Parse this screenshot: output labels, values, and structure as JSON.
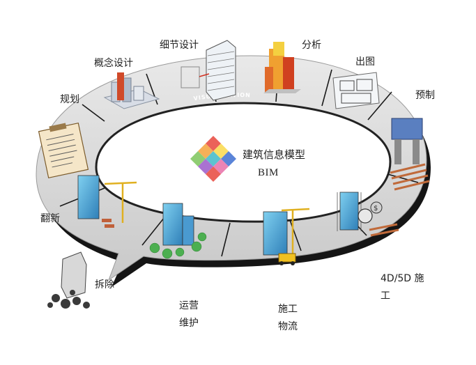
{
  "ring": {
    "text": "VISUALIZATION"
  },
  "center": {
    "title": "建筑信息模型",
    "subtitle": "BIM"
  },
  "stages": [
    {
      "id": "planning",
      "label": "规划"
    },
    {
      "id": "concept",
      "label": "概念设计"
    },
    {
      "id": "detail",
      "label": "细节设计"
    },
    {
      "id": "analysis",
      "label": "分析"
    },
    {
      "id": "drawings",
      "label": "出图"
    },
    {
      "id": "prefab",
      "label": "预制"
    },
    {
      "id": "construction",
      "label": "4D/5D 施工"
    },
    {
      "id": "logistics",
      "label": "施工物流"
    },
    {
      "id": "operation",
      "label": "运营维护"
    },
    {
      "id": "demolition",
      "label": "拆除"
    },
    {
      "id": "renovation",
      "label": "翻新"
    }
  ],
  "colors": {
    "ring_top": "#dcdcdc",
    "ring_side": "#1a1a1a",
    "cube": [
      "#e8463c",
      "#f4a23b",
      "#f9d84a",
      "#7cc45a",
      "#3fb8c8",
      "#3d6fd1",
      "#9b59c9",
      "#e86fa8"
    ]
  }
}
